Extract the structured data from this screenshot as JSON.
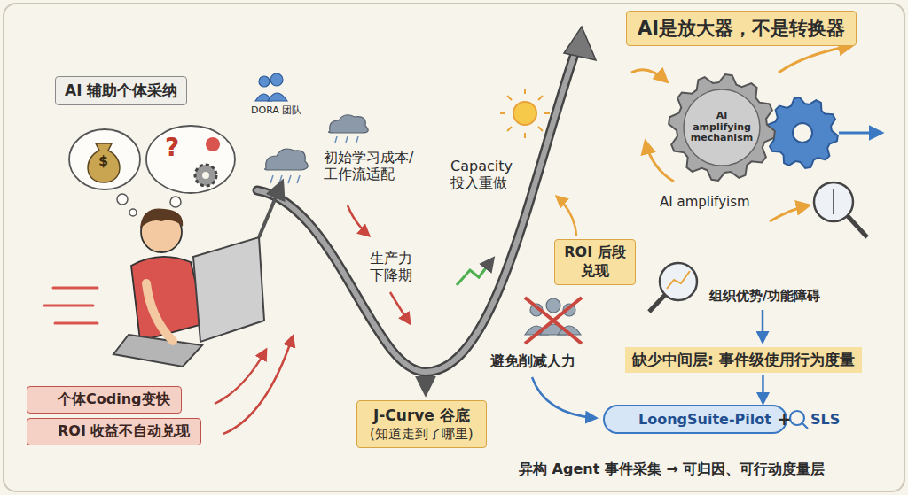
{
  "diagram": {
    "nodes": [
      {
        "text": [
          "AI 辅助个体采纳"
        ]
      },
      {
        "text": [
          "个体Coding变快"
        ]
      },
      {
        "text": [
          "ROI 收益不自动兑现"
        ]
      },
      {
        "text": [
          "J-Curve 谷底",
          "(知道走到了哪里)"
        ]
      },
      {
        "text": [
          "ROI 后段兑现"
        ]
      },
      {
        "text": [
          "AI是放大器，不是转换器"
        ]
      },
      {
        "text": [
          "AI amplifying mechanism"
        ]
      },
      {
        "text": [
          "缺少中间层: 事件级使用行为度量"
        ]
      },
      {
        "text": [
          "LoongSuite-Pilot"
        ]
      }
    ],
    "edges": [
      {
        "from": 7,
        "to": 8,
        "arrow": "to"
      }
    ],
    "labels": [
      "DORA 团队",
      "$",
      "?",
      "初始学习成本/工作流适配",
      "生产力下降期",
      "Capacity 投入重做",
      "避免削减人力",
      "AI amplifyism",
      "组织优势/功能障碍",
      "+",
      "SLS",
      "异构 Agent 事件采集 → 可归因、可行动度量层"
    ]
  }
}
